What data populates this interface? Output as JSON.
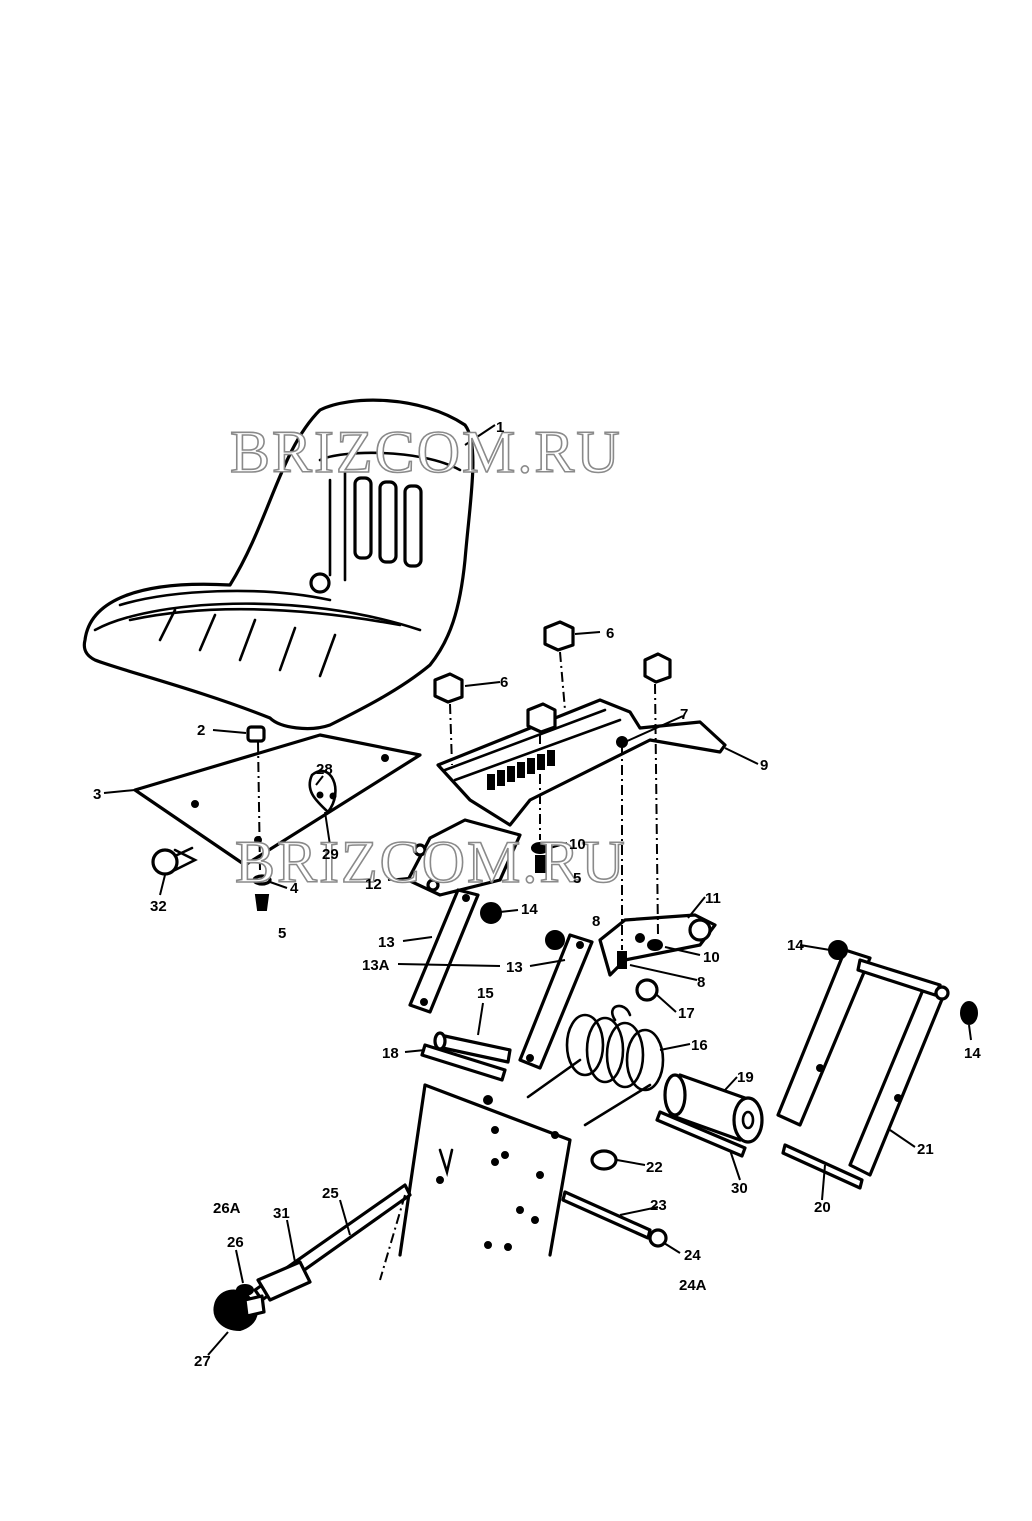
{
  "watermark": "BRIZCOM.RU",
  "labels": {
    "l1": "1",
    "l2": "2",
    "l3": "3",
    "l4": "4",
    "l5a": "5",
    "l5b": "5",
    "l6a": "6",
    "l6b": "6",
    "l7": "7",
    "l8a": "8",
    "l8b": "8",
    "l9": "9",
    "l10a": "10",
    "l10b": "10",
    "l11": "11",
    "l12": "12",
    "l13a": "13",
    "l13A": "13A",
    "l13b": "13",
    "l14a": "14",
    "l14b": "14",
    "l14c": "14",
    "l15": "15",
    "l16": "16",
    "l17": "17",
    "l18": "18",
    "l19": "19",
    "l20": "20",
    "l21": "21",
    "l22": "22",
    "l23": "23",
    "l24": "24",
    "l24A": "24A",
    "l25": "25",
    "l26": "26",
    "l26A": "26A",
    "l27": "27",
    "l28": "28",
    "l29": "29",
    "l30": "30",
    "l31": "31",
    "l32": "32"
  }
}
